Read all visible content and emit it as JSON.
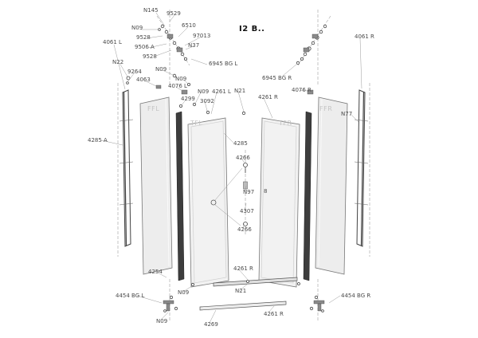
{
  "title": "I2 B..",
  "colors": {
    "line": "#555555",
    "leader": "#9a9a9a",
    "panel_fill": "#f1f1f1",
    "profile_dark": "#3d3d3d",
    "label_text": "#4a4a4a",
    "panel_label_text": "#c4c4c4"
  },
  "panel_labels": {
    "ffl": "FFL",
    "tfl": "TFL",
    "tfr": "TFR",
    "ffr": "FFR"
  },
  "labels": [
    {
      "id": "n145",
      "text": "N145"
    },
    {
      "id": "9529",
      "text": "9529"
    },
    {
      "id": "6510",
      "text": "6510"
    },
    {
      "id": "n09-a",
      "text": "N09"
    },
    {
      "id": "97013",
      "text": "97013"
    },
    {
      "id": "9528-a",
      "text": "9528"
    },
    {
      "id": "n37",
      "text": "N37"
    },
    {
      "id": "4061-l",
      "text": "4061 L"
    },
    {
      "id": "9506-a",
      "text": "9506 A"
    },
    {
      "id": "9528-b",
      "text": "9528"
    },
    {
      "id": "n22",
      "text": "N22"
    },
    {
      "id": "6945-bg-l",
      "text": "6945 BG L"
    },
    {
      "id": "9264",
      "text": "9264"
    },
    {
      "id": "n09-b",
      "text": "N09"
    },
    {
      "id": "4063",
      "text": "4063"
    },
    {
      "id": "n09-c",
      "text": "N09"
    },
    {
      "id": "4076-l",
      "text": "4076 L"
    },
    {
      "id": "n09-d",
      "text": "N09"
    },
    {
      "id": "4261-l",
      "text": "4261 L"
    },
    {
      "id": "4299",
      "text": "4299"
    },
    {
      "id": "3092",
      "text": "3092"
    },
    {
      "id": "n21-a",
      "text": "N21"
    },
    {
      "id": "4261-r-a",
      "text": "4261 R"
    },
    {
      "id": "6945-bg-r",
      "text": "6945 BG R"
    },
    {
      "id": "4076-r",
      "text": "4076 R"
    },
    {
      "id": "4061-r",
      "text": "4061 R"
    },
    {
      "id": "n77",
      "text": "N77"
    },
    {
      "id": "4285-a",
      "text": "4285 A"
    },
    {
      "id": "4285",
      "text": "4285"
    },
    {
      "id": "4266-a",
      "text": "4266"
    },
    {
      "id": "n97",
      "text": "N97"
    },
    {
      "id": "4307",
      "text": "4307"
    },
    {
      "id": "4266-b",
      "text": "4266"
    },
    {
      "id": "4254",
      "text": "4254"
    },
    {
      "id": "4261-r-b",
      "text": "4261 R"
    },
    {
      "id": "n09-e",
      "text": "N09"
    },
    {
      "id": "n21-b",
      "text": "N21"
    },
    {
      "id": "4454-bg-l",
      "text": "4454 BG L"
    },
    {
      "id": "4454-bg-r",
      "text": "4454 BG R"
    },
    {
      "id": "n09-f",
      "text": "N09"
    },
    {
      "id": "4269",
      "text": "4269"
    },
    {
      "id": "4261-r-c",
      "text": "4261 R"
    },
    {
      "id": "mark-8",
      "text": "8"
    }
  ]
}
